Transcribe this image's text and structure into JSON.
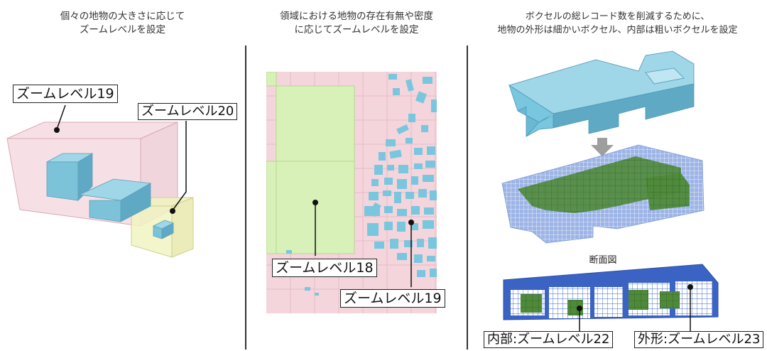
{
  "panel1": {
    "title_line1": "個々の地物の大きさに応じて",
    "title_line2": "ズームレベルを設定",
    "label_a": "ズームレベル19",
    "label_b": "ズームレベル20"
  },
  "panel2": {
    "title_line1": "領域における地物の存在有無や密度",
    "title_line2": "に応じてズームレベルを設定",
    "label_a": "ズームレベル18",
    "label_b": "ズームレベル19"
  },
  "panel3": {
    "title_line1": "ボクセルの総レコード数を削減するために、",
    "title_line2": "地物の外形は細かいボクセル、内部は粗いボクセルを設定",
    "section_caption": "断面図",
    "label_inner": "内部:ズームレベル22",
    "label_outer": "外形:ズームレベル23"
  },
  "colors": {
    "building_blue": "#79c6df",
    "zoom_pink": "#f4d5dc",
    "zoom_green": "#d8f1b8",
    "voxel_blue": "#3a63c4",
    "voxel_green": "#4f8a3a"
  }
}
